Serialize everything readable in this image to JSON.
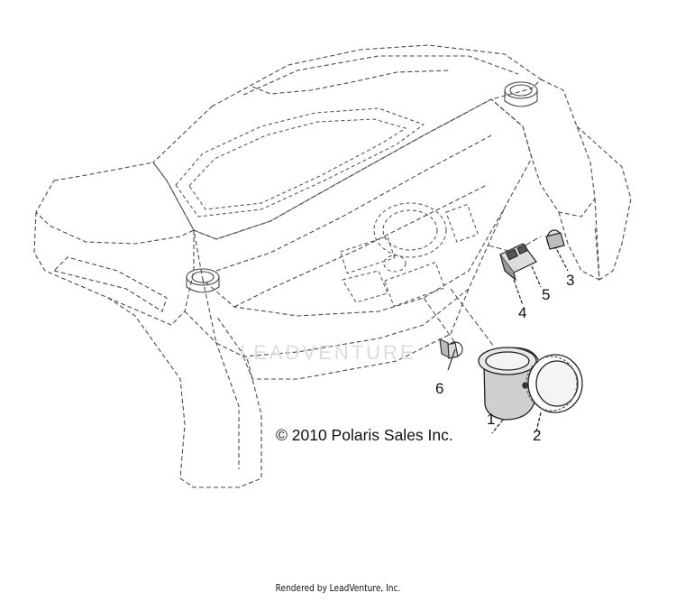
{
  "diagram": {
    "callouts": [
      {
        "id": "1",
        "label": "1"
      },
      {
        "id": "2",
        "label": "2"
      },
      {
        "id": "3",
        "label": "3"
      },
      {
        "id": "4",
        "label": "4"
      },
      {
        "id": "5",
        "label": "5"
      },
      {
        "id": "6",
        "label": "6"
      }
    ],
    "copyright": "© 2010 Polaris Sales Inc.",
    "watermark": "LEADVENTURE",
    "footer": "Rendered by LeadVenture, Inc."
  }
}
